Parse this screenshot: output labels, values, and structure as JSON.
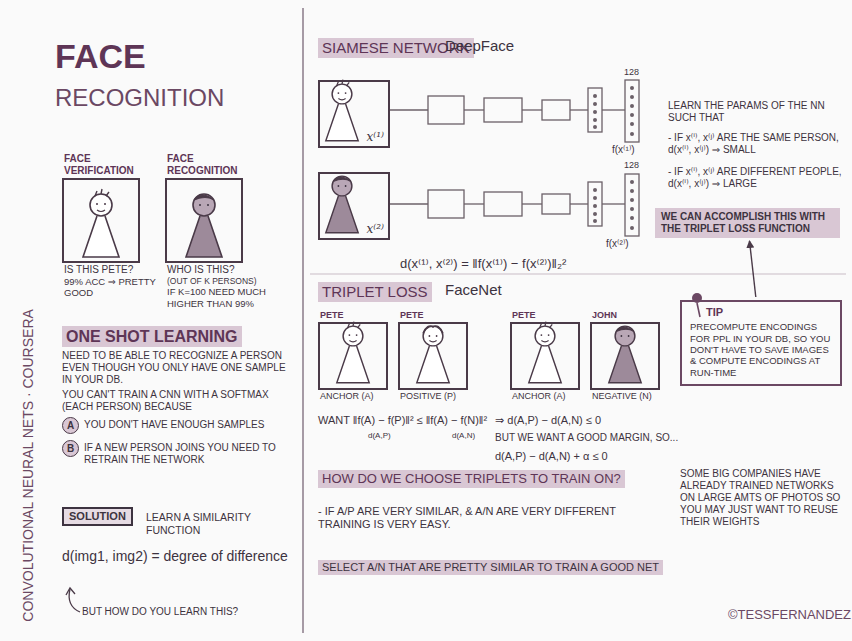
{
  "diagram": {
    "title": "FACE",
    "nodes": [
      {
        "text": [
          "FACE VERIFICATION",
          "IS THIS PETE?",
          "99% ACC ⇒ PRETTY GOOD"
        ]
      },
      {
        "text": [
          "FACE RECOGNITION",
          "WHO IS THIS?",
          "(OUT OF K PERSONS)",
          "IF K=100 NEED MUCH HIGHER THAN 99%"
        ]
      },
      {
        "text": [
          "A"
        ]
      },
      {
        "text": [
          "B"
        ]
      },
      {
        "text": [
          "SOLUTION"
        ]
      },
      {
        "text": [
          "x⁽¹⁾"
        ]
      },
      {
        "text": [
          "x⁽²⁾"
        ]
      },
      {
        "text": [
          "WE CAN ACCOMPLISH THIS WITH THE TRIPLET LOSS FUNCTION"
        ]
      },
      {
        "text": [
          "PETE",
          "ANCHOR (A)"
        ]
      },
      {
        "text": [
          "PETE",
          "POSITIVE (P)"
        ]
      },
      {
        "text": [
          "PETE",
          "ANCHOR (A)"
        ]
      },
      {
        "text": [
          "JOHN",
          "NEGATIVE (N)"
        ]
      },
      {
        "text": [
          "TIP",
          "PRECOMPUTE ENCODINGS FOR PPL IN YOUR DB, SO YOU DON'T HAVE TO SAVE IMAGES & COMPUTE ENCODINGS AT RUN-TIME"
        ]
      }
    ],
    "edges": [
      {
        "from": 12,
        "to": 7,
        "arrow": "to"
      }
    ],
    "labels": [
      "RECOGNITION",
      "CONVOLUTIONAL NEURAL NETS · COURSERA",
      "ONE SHOT LEARNING",
      "NEED TO BE ABLE TO RECOGNIZE A PERSON EVEN THOUGH YOU ONLY HAVE ONE SAMPLE IN YOUR DB.",
      "YOU CAN'T TRAIN A CNN WITH A SOFTMAX (EACH PERSON) BECAUSE",
      "YOU DON'T HAVE ENOUGH SAMPLES",
      "IF A NEW PERSON JOINS YOU NEED TO RETRAIN THE NETWORK",
      "LEARN A SIMILARITY FUNCTION",
      "d(img1, img2) = degree of difference",
      "BUT HOW DO YOU LEARN THIS?",
      "SIAMESE NETWORK",
      "DeepFace",
      "128",
      "f(x⁽¹⁾)",
      "128",
      "f(x⁽²⁾)",
      "LEARN THE PARAMS OF THE NN SUCH THAT",
      "- IF x⁽ⁱ⁾, x⁽ʲ⁾ ARE THE SAME PERSON, d(x⁽ⁱ⁾, x⁽ʲ⁾) ⇒ SMALL",
      "- IF x⁽ⁱ⁾, x⁽ʲ⁾ ARE DIFFERENT PEOPLE, d(x⁽ⁱ⁾, x⁽ʲ⁾) ⇒ LARGE",
      "d(x⁽¹⁾, x⁽²⁾) = ‖f(x⁽¹⁾) − f(x⁽²⁾)‖₂²",
      "TRIPLET LOSS",
      "FaceNet",
      "WANT ‖f(A) − f(P)‖² ≤ ‖f(A) − f(N)‖²",
      "d(A,P)",
      "d(A,N)",
      "⇒ d(A,P) − d(A,N) ≤ 0",
      "BUT WE WANT A GOOD MARGIN, SO...",
      "d(A,P) − d(A,N) + α ≤ 0",
      "HOW DO WE CHOOSE TRIPLETS TO TRAIN ON?",
      "- IF A/P ARE VERY SIMILAR, & A/N ARE VERY DIFFERENT TRAINING IS VERY EASY.",
      "SELECT A/N THAT ARE PRETTY SIMILAR TO TRAIN A GOOD NET",
      "SOME BIG COMPANIES HAVE ALREADY TRAINED NETWORKS ON LARGE AMTS OF PHOTOS SO YOU MAY JUST WANT TO REUSE THEIR WEIGHTS",
      "©TESSFERNANDEZ"
    ]
  }
}
